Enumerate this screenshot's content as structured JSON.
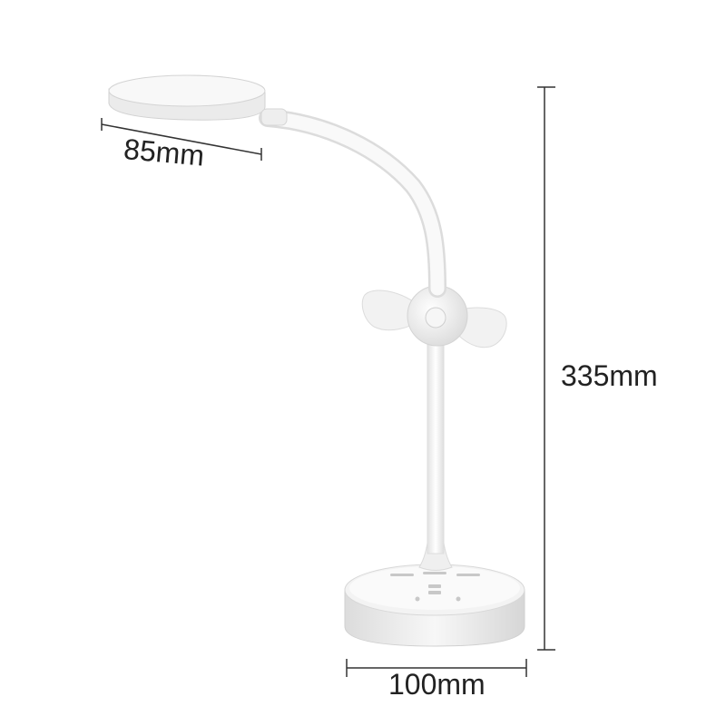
{
  "dimensions": {
    "head_diameter": "85mm",
    "height": "335mm",
    "base_diameter": "100mm"
  },
  "product": {
    "body_color": "#ffffff",
    "shade_color": "#e9e9e9",
    "line_color": "#333333"
  }
}
